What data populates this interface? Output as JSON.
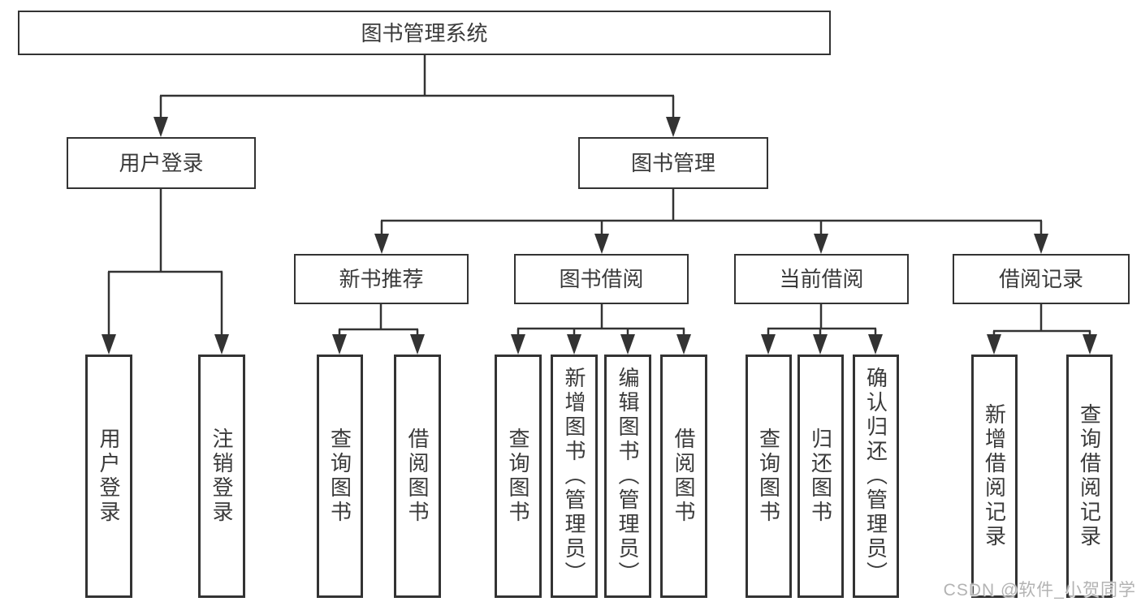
{
  "diagram": {
    "root": {
      "label": "图书管理系统"
    },
    "branches": {
      "user_login": {
        "label": "用户登录"
      },
      "book_mgmt": {
        "label": "图书管理"
      }
    },
    "modules": {
      "new_book_rec": {
        "label": "新书推荐"
      },
      "book_borrow": {
        "label": "图书借阅"
      },
      "current_borrow": {
        "label": "当前借阅"
      },
      "borrow_records": {
        "label": "借阅记录"
      }
    },
    "leaves": {
      "a1": {
        "label": "用户登录"
      },
      "a2": {
        "label": "注销登录"
      },
      "b1": {
        "label": "查询图书"
      },
      "b2": {
        "label": "借阅图书"
      },
      "c1": {
        "label": "查询图书"
      },
      "c2": {
        "label": "新增图书（管理员）"
      },
      "c3": {
        "label": "编辑图书（管理员）"
      },
      "c4": {
        "label": "借阅图书"
      },
      "d1": {
        "label": "查询图书"
      },
      "d2": {
        "label": "归还图书"
      },
      "d3": {
        "label": "确认归还（管理员）"
      },
      "e1": {
        "label": "新增借阅记录"
      },
      "e2": {
        "label": "查询借阅记录"
      }
    }
  },
  "watermark": {
    "text": "CSDN @软件_小贺同学"
  },
  "colors": {
    "line": "#333333",
    "text": "#3a3a3a",
    "box_background": "#ffffff",
    "watermark": "#b3b3b3",
    "background": "#ffffff"
  }
}
